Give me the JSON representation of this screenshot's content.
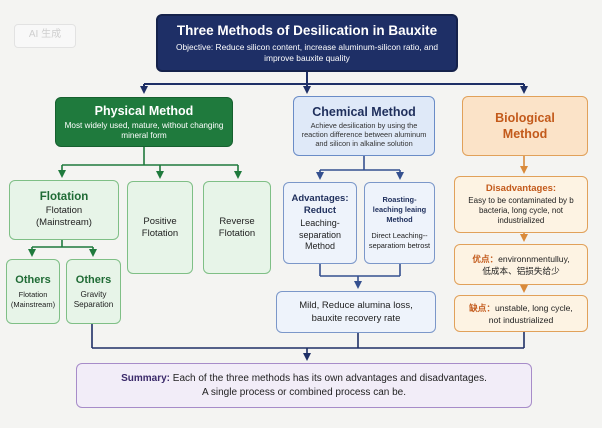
{
  "watermark": "AI 生成",
  "title": {
    "heading": "Three Methods of Desilication in Bauxite",
    "objective": "Objective: Reduce silicon content, increase aluminum-silicon ratio, and improve bauxite quality"
  },
  "physical": {
    "heading": "Physical Method",
    "subtitle": "Most widely used, mature, without changing mineral form",
    "flotation": {
      "heading": "Flotation",
      "text": "Flotation (Mainstream)"
    },
    "positive": "Positive Flotation",
    "reverse": "Reverse Flotation",
    "others_1": {
      "heading": "Others",
      "text": "Flotation (Mainstream)"
    },
    "others_2": {
      "heading": "Others",
      "text": "Gravity Separation"
    }
  },
  "chemical": {
    "heading": "Chemical Method",
    "subtitle": "Achieve desilication by using the reaction difference between aluminum and silicon in alkaline solution",
    "advantages": {
      "heading": "Advantages: Reduct",
      "text": "Leaching-separation Method"
    },
    "roasting": {
      "heading": "Roasting-leaching leaing Method",
      "text": "Direct Leaching--separatiom betrost"
    },
    "result": "Mild, Reduce alumina loss, bauxite recovery rate"
  },
  "biological": {
    "heading": "Biological Method",
    "disadvantages": {
      "heading": "Disadvantages:",
      "text": "Easy to be contaminated by b bacteria, long cycle, not industrialized"
    },
    "youdian": {
      "label": "优点：",
      "text_1": "environnmentulluy,",
      "text_2": "低成本、铝损失给少"
    },
    "quedian": {
      "label": "缺点：",
      "text_1": "unstable, long cycle,",
      "text_2": "not industrialized"
    }
  },
  "summary": {
    "label": "Summary:",
    "text_1": "Each of the three methods has its own advantages and disadvantages.",
    "text_2": "A single process or combined process can be."
  },
  "colors": {
    "navy": "#1e2f66",
    "green": "#1f7a3d",
    "blue": "#6a8cc7",
    "orange": "#e1a15a",
    "purple": "#a78cc9"
  }
}
